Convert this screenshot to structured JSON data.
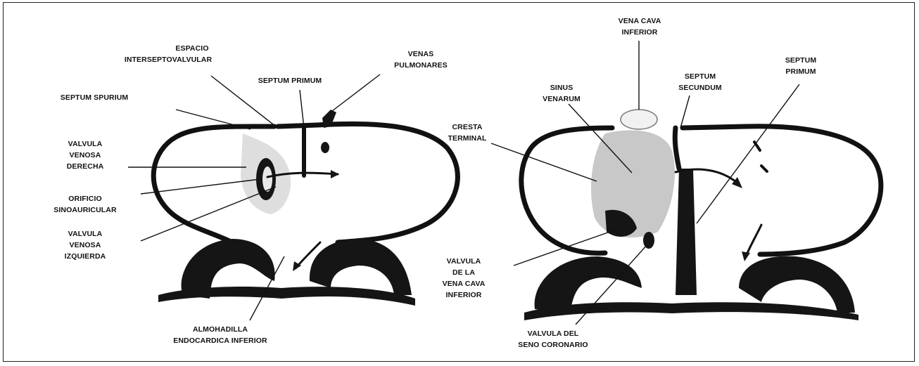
{
  "left_diagram": {
    "labels": {
      "espacio_1": "ESPACIO",
      "espacio_2": "INTERSEPTOVALVULAR",
      "venas_1": "VENAS",
      "venas_2": "PULMONARES",
      "septum_primum": "SEPTUM PRIMUM",
      "septum_spurium": "SEPTUM SPURIUM",
      "vvd_1": "VALVULA",
      "vvd_2": "VENOSA",
      "vvd_3": "DERECHA",
      "orificio_1": "ORIFICIO",
      "orificio_2": "SINOAURICULAR",
      "vvi_1": "VALVULA",
      "vvi_2": "VENOSA",
      "vvi_3": "IZQUIERDA",
      "almo_1": "ALMOHADILLA",
      "almo_2": "ENDOCARDICA INFERIOR"
    }
  },
  "right_diagram": {
    "labels": {
      "vci_top_1": "VENA CAVA",
      "vci_top_2": "INFERIOR",
      "sp_1": "SEPTUM",
      "sp_2": "PRIMUM",
      "ss_1": "SEPTUM",
      "ss_2": "SECUNDUM",
      "sinus_1": "SINUS",
      "sinus_2": "VENARUM",
      "cresta_1": "CRESTA",
      "cresta_2": "TERMINAL",
      "vvci_1": "VALVULA",
      "vvci_2": "DE LA",
      "vvci_3": "VENA CAVA",
      "vvci_4": "INFERIOR",
      "vsc_1": "VALVULA DEL",
      "vsc_2": "SENO CORONARIO"
    }
  }
}
